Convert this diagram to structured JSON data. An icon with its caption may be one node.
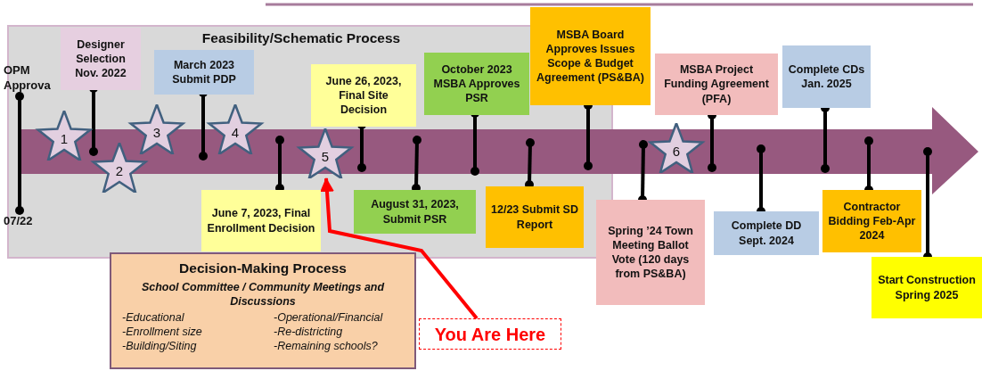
{
  "diagram": {
    "nodes": [
      {
        "text": [
          "Feasibility/Schematic Process"
        ]
      },
      {
        "text": [
          "OPM Approva"
        ],
        "in": 0
      },
      {
        "text": [
          "Designer Selection Nov. 2022"
        ],
        "in": 0
      },
      {
        "text": [
          "March 2023 Submit PDP"
        ],
        "in": 0
      },
      {
        "text": [
          "June 26, 2023, Final Site Decision"
        ],
        "in": 0
      },
      {
        "text": [
          "October 2023 MSBA Approves PSR"
        ],
        "in": 0
      },
      {
        "text": [
          "MSBA Board Approves Issues Scope & Budget Agreement (PS&BA)"
        ]
      },
      {
        "text": [
          "MSBA Project Funding Agreement (PFA)"
        ]
      },
      {
        "text": [
          "Complete CDs Jan. 2025"
        ]
      },
      {
        "text": [],
        "shape": "arrow"
      },
      {
        "text": [
          "1"
        ]
      },
      {
        "text": [
          "2"
        ]
      },
      {
        "text": [
          "3"
        ]
      },
      {
        "text": [
          "4"
        ]
      },
      {
        "text": [
          "5"
        ]
      },
      {
        "text": [
          "6"
        ],
        "in": 9
      },
      {
        "text": [
          "07/22"
        ],
        "in": 0
      },
      {
        "text": [
          "June 7, 2023, Final Enrollment Decision"
        ],
        "in": 0
      },
      {
        "text": [
          "August 31, 2023, Submit PSR"
        ],
        "in": 0
      },
      {
        "text": [
          "12/23 Submit SD Report"
        ],
        "in": 0
      },
      {
        "text": [
          "Spring ’24 Town Meeting Ballot Vote (120 days from PS&BA)"
        ]
      },
      {
        "text": [
          "Complete DD Sept. 2024"
        ]
      },
      {
        "text": [
          "Contractor Bidding Feb-Apr 2024"
        ]
      },
      {
        "text": [
          "Start Construction Spring 2025"
        ]
      },
      {
        "text": [
          "Decision-Making Process",
          "School Committee / Community Meetings and Discussions",
          "-Educational",
          "-Operational/Financial",
          "-Enrollment size",
          "-Re-districting",
          "-Building/Siting",
          "-Remaining schools?"
        ]
      },
      {
        "text": [
          "You Are Here"
        ]
      }
    ],
    "edges": [
      {
        "from": 1,
        "to": 16,
        "arrow": "other"
      },
      {
        "from": 2,
        "to": 9,
        "arrow": "other"
      },
      {
        "from": 3,
        "to": 9,
        "arrow": "other"
      },
      {
        "from": 17,
        "to": 9,
        "arrow": "other"
      },
      {
        "from": 4,
        "to": 9,
        "arrow": "other"
      },
      {
        "from": 18,
        "to": 9,
        "arrow": "other"
      },
      {
        "from": 5,
        "to": 9,
        "arrow": "other"
      },
      {
        "from": 19,
        "to": 9,
        "arrow": "other"
      },
      {
        "from": 6,
        "to": 9,
        "arrow": "other"
      },
      {
        "from": 20,
        "to": 9,
        "arrow": "other"
      },
      {
        "from": 7,
        "to": 9,
        "arrow": "other"
      },
      {
        "from": 21,
        "to": 9,
        "arrow": "other"
      },
      {
        "from": 8,
        "to": 9,
        "arrow": "other"
      },
      {
        "from": 22,
        "to": 9,
        "arrow": "other"
      },
      {
        "from": 23,
        "to": 9,
        "arrow": "other"
      },
      {
        "from": 25,
        "to": 14,
        "arrow": "to",
        "color": "#ff0000"
      }
    ]
  }
}
